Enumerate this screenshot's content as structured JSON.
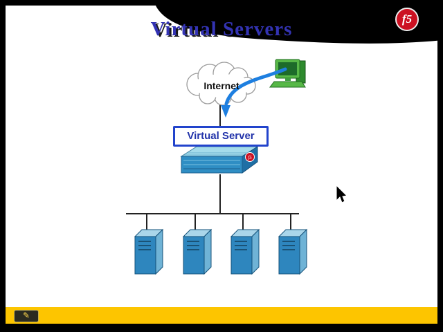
{
  "slide": {
    "title": "Virtual Servers",
    "logo": {
      "text": "f5"
    },
    "diagram": {
      "internet": {
        "label": "Internet"
      },
      "virtual_server": {
        "label": "Virtual Server"
      },
      "appliance": {
        "badge": "f5"
      },
      "servers": {
        "count": "4"
      }
    }
  },
  "presenter_bar": {
    "pen_icon": "✎"
  },
  "colors": {
    "title": "#3333b3",
    "arrow": "#1e7fe0",
    "box_border": "#2244cc",
    "box_text": "#2233aa",
    "bar_yellow": "#fdc500",
    "logo_red": "#cc1122",
    "server_front": "#2e86be",
    "server_top": "#aad6ea",
    "server_side": "#6fb3d6",
    "pc_green": "#57b847"
  }
}
